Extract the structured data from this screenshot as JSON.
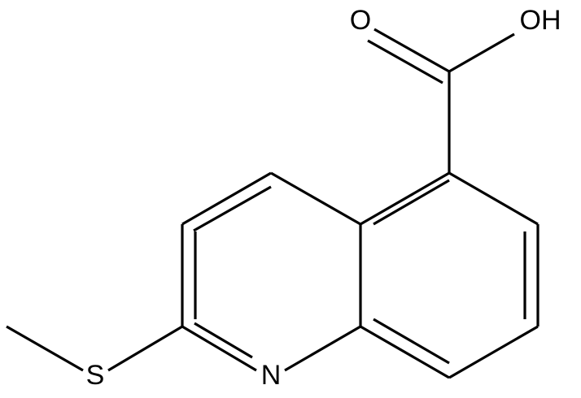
{
  "molecule": {
    "atoms": {
      "carbonyl_oxygen": "O",
      "hydroxyl": "OH",
      "nitrogen": "N",
      "sulfur": "S"
    }
  }
}
